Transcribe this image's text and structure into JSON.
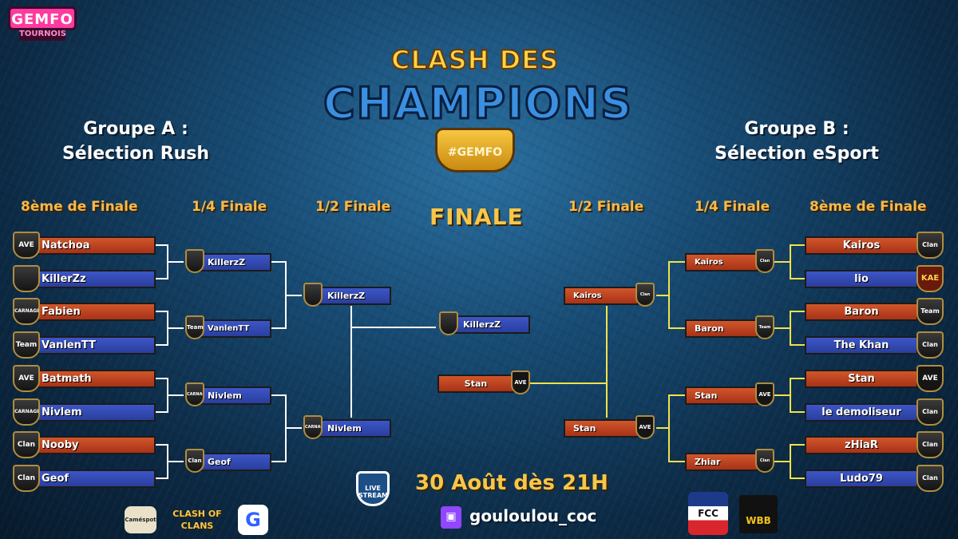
{
  "brand": {
    "name": "GEMFO",
    "subtitle": "TOURNOIS"
  },
  "event": {
    "title_top": "CLASH DES",
    "title_main": "CHAMPIONS",
    "crest": "#GEMFO"
  },
  "groups": {
    "a": {
      "line1": "Groupe A :",
      "line2": "Sélection Rush"
    },
    "b": {
      "line1": "Groupe B :",
      "line2": "Sélection eSport"
    }
  },
  "rounds": {
    "r16_left": "8ème de Finale",
    "qf_left": "1/4 Finale",
    "sf_left": "1/2 Finale",
    "final": "FINALE",
    "sf_right": "1/2 Finale",
    "qf_right": "1/4 Finale",
    "r16_right": "8ème de Finale"
  },
  "left": {
    "r16": [
      "Natchoa",
      "KillerZz",
      "Fabien",
      "VanlenTT",
      "Batmath",
      "Nivlem",
      "Nooby",
      "Geof"
    ],
    "r16_badges": [
      "AVE",
      "",
      "CARNAGE",
      "Team",
      "AVE",
      "CARNAGE",
      "Clan",
      "Clan"
    ],
    "qf": [
      "KillerzZ",
      "VanlenTT",
      "Nivlem",
      "Geof"
    ],
    "qf_badges": [
      "",
      "Team",
      "CARNAGE",
      "Clan"
    ],
    "sf": [
      "KillerzZ",
      "Nivlem"
    ],
    "sf_badges": [
      "",
      "CARNAGE"
    ]
  },
  "final": {
    "top": "KillerzZ",
    "bottom": "Stan",
    "bottom_badge": "AVE"
  },
  "right": {
    "r16": [
      "Kairos",
      "lio",
      "Baron",
      "The Khan",
      "Stan",
      "le demoliseur",
      "zHiaR",
      "Ludo79"
    ],
    "r16_badges": [
      "Clan",
      "KAE",
      "Team",
      "Clan",
      "AVE",
      "Clan",
      "Clan",
      "Clan"
    ],
    "qf": [
      "Kairos",
      "Baron",
      "Stan",
      "Zhiar"
    ],
    "qf_badges": [
      "Clan",
      "Team",
      "AVE",
      "Clan"
    ],
    "sf": [
      "Kairos",
      "Stan"
    ],
    "sf_badges": [
      "Clan",
      "AVE"
    ]
  },
  "footer": {
    "live_label": "LIVE STREAM",
    "date": "30 Août dès 21H",
    "twitch_channel": "gouloulou_coc",
    "sponsors_left": [
      "Caméspot",
      "CLASH OF CLANS",
      "G"
    ],
    "sponsors_right": [
      "FCC",
      "WBB"
    ]
  },
  "colors": {
    "accent_gold": "#f7b94a",
    "slot_red": "#c04a24",
    "slot_blue": "#3a52c2",
    "connector_left": "#ffffff",
    "connector_right": "#f2e24a",
    "brand_pink": "#ff3aa0",
    "twitch_purple": "#9146ff"
  }
}
